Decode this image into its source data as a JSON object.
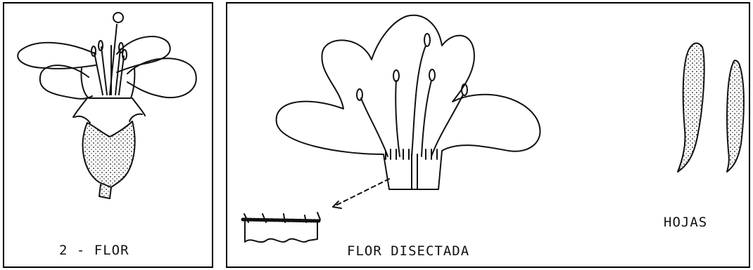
{
  "figure": {
    "panels": [
      {
        "caption": "2 - FLOR"
      },
      {
        "caption": "FLOR DISECTADA"
      },
      {
        "caption": "HOJAS"
      }
    ]
  },
  "colors": {
    "ink": "#111111",
    "background": "#ffffff",
    "border": "#000000"
  }
}
